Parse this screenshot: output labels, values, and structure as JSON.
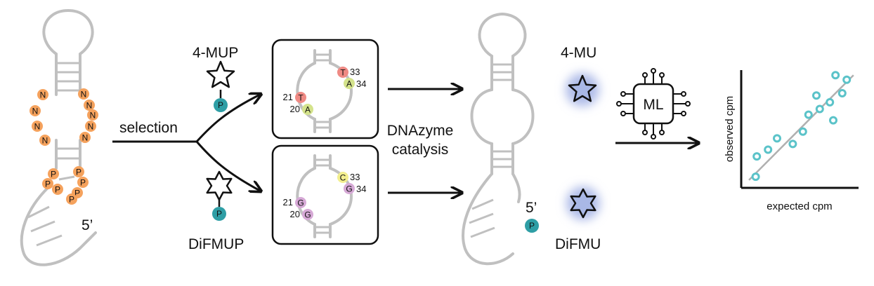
{
  "colors": {
    "backbone": "#c0c0c0",
    "random_nucleotide": "#f5a25d",
    "phosphate": "#2e9ea5",
    "thymine": "#ef8a84",
    "adenine": "#d4e38c",
    "cytosine": "#f3ef8f",
    "guanine": "#d6a9d6",
    "product_glow": "#aebbe8",
    "ink": "#111111",
    "scatter_point": "#5bc3c9",
    "trend_line": "#b0b0b0"
  },
  "library": {
    "random_nucleotide_label": "N",
    "primer_nucleotide_label": "P",
    "five_prime_label": "5’"
  },
  "selection_label": "selection",
  "substrates": {
    "top_label": "4-MUP",
    "bottom_label": "DiFMUP",
    "phosphate_label": "P"
  },
  "active_site_top": {
    "bases": [
      {
        "letter": "T",
        "number": "33"
      },
      {
        "letter": "A",
        "number": "34"
      },
      {
        "letter": "T",
        "number": "21"
      },
      {
        "letter": "A",
        "number": "20"
      }
    ]
  },
  "active_site_bottom": {
    "bases": [
      {
        "letter": "C",
        "number": "33"
      },
      {
        "letter": "G",
        "number": "34"
      },
      {
        "letter": "G",
        "number": "21"
      },
      {
        "letter": "G",
        "number": "20"
      }
    ]
  },
  "catalysis_label_line1": "DNAzyme",
  "catalysis_label_line2": "catalysis",
  "dnazyme": {
    "five_prime_label": "5’",
    "phosphate_label": "P"
  },
  "products": {
    "top_label": "4-MU",
    "bottom_label": "DiFMU"
  },
  "ml_chip_label": "ML",
  "chart_data": {
    "type": "scatter",
    "xlabel": "expected cpm",
    "ylabel": "observed cpm",
    "grid": false,
    "legend": "none",
    "xlim": [
      0,
      100
    ],
    "ylim": [
      0,
      100
    ],
    "points": [
      {
        "x": 11,
        "y": 8
      },
      {
        "x": 12,
        "y": 26
      },
      {
        "x": 22,
        "y": 32
      },
      {
        "x": 30,
        "y": 42
      },
      {
        "x": 44,
        "y": 37
      },
      {
        "x": 53,
        "y": 48
      },
      {
        "x": 58,
        "y": 63
      },
      {
        "x": 65,
        "y": 80
      },
      {
        "x": 68,
        "y": 68
      },
      {
        "x": 77,
        "y": 74
      },
      {
        "x": 80,
        "y": 58
      },
      {
        "x": 88,
        "y": 82
      },
      {
        "x": 92,
        "y": 94
      },
      {
        "x": 82,
        "y": 98
      }
    ],
    "trend_line": {
      "x": [
        5,
        98
      ],
      "y": [
        5,
        98
      ]
    }
  }
}
